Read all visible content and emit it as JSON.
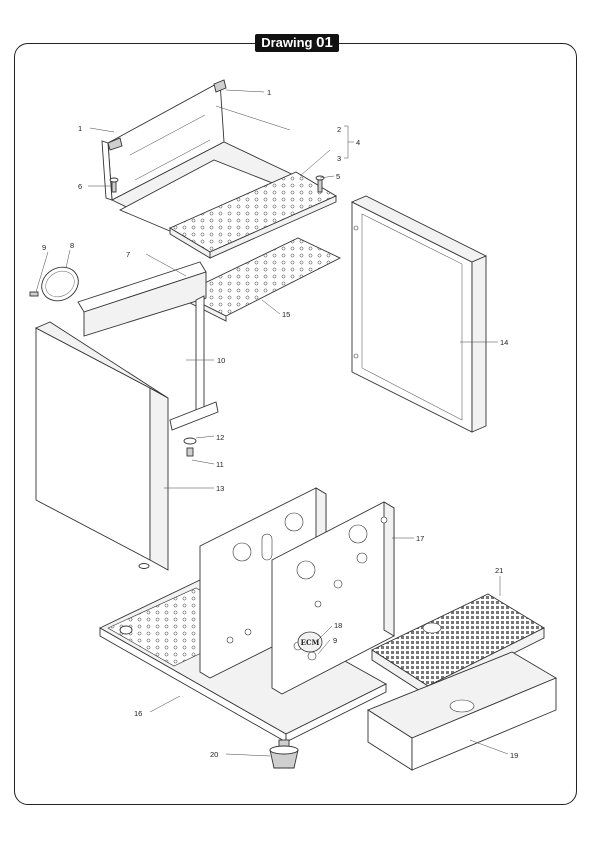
{
  "drawing": {
    "word": "Drawing",
    "number": "01"
  },
  "callouts": [
    {
      "id": "c1a",
      "text": "1"
    },
    {
      "id": "c1b",
      "text": "1"
    },
    {
      "id": "c2",
      "text": "2"
    },
    {
      "id": "c3",
      "text": "3"
    },
    {
      "id": "c4",
      "text": "4"
    },
    {
      "id": "c5",
      "text": "5"
    },
    {
      "id": "c6",
      "text": "6"
    },
    {
      "id": "c7",
      "text": "7"
    },
    {
      "id": "c8",
      "text": "8"
    },
    {
      "id": "c9a",
      "text": "9"
    },
    {
      "id": "c9b",
      "text": "9"
    },
    {
      "id": "c10",
      "text": "10"
    },
    {
      "id": "c11",
      "text": "11"
    },
    {
      "id": "c12",
      "text": "12"
    },
    {
      "id": "c13",
      "text": "13"
    },
    {
      "id": "c14",
      "text": "14"
    },
    {
      "id": "c15",
      "text": "15"
    },
    {
      "id": "c16",
      "text": "16"
    },
    {
      "id": "c17",
      "text": "17"
    },
    {
      "id": "c18",
      "text": "18"
    },
    {
      "id": "c19",
      "text": "19"
    },
    {
      "id": "c20",
      "text": "20"
    },
    {
      "id": "c21",
      "text": "21"
    }
  ],
  "logo_text": "ECM"
}
